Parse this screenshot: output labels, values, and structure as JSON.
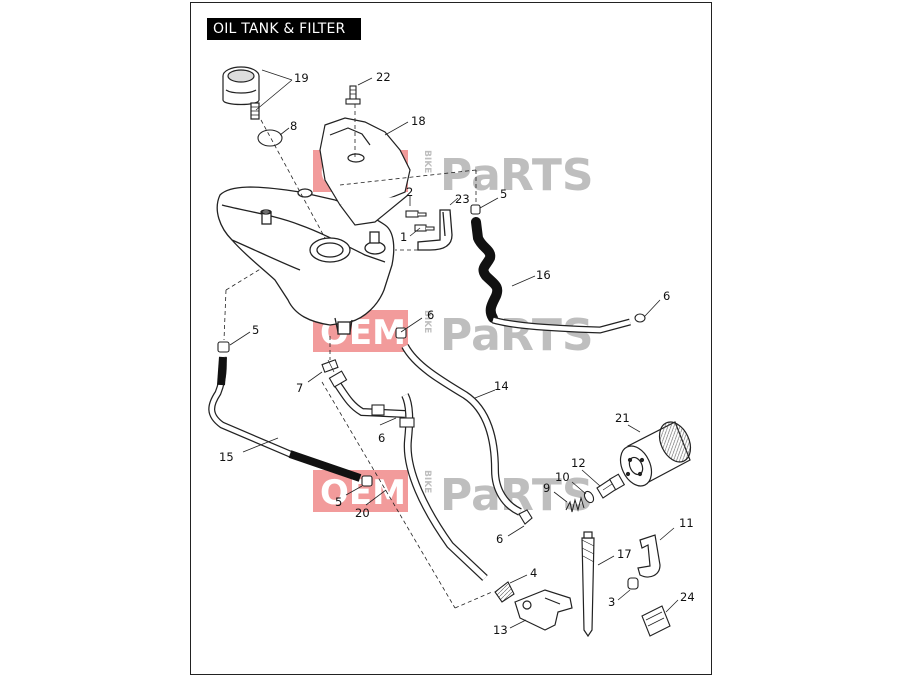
{
  "title": "OIL TANK & FILTER",
  "watermark": {
    "part1": "OEM",
    "part2": "BIKE",
    "part3": "Pa",
    "part4": "RTS"
  },
  "colors": {
    "watermark_red": "#e84a4a",
    "watermark_gray": "#8a8a8a",
    "line": "#222222"
  },
  "callouts": {
    "c19": "19",
    "c22": "22",
    "c18": "18",
    "c8": "8",
    "c2": "2",
    "c23": "23",
    "c5a": "5",
    "c1": "1",
    "c16": "16",
    "c6a": "6",
    "c5b": "5",
    "c6b": "6",
    "c7": "7",
    "c14": "14",
    "c6c": "6",
    "c21": "21",
    "c15": "15",
    "c12": "12",
    "c10": "10",
    "c9": "9",
    "c5c": "5",
    "c20": "20",
    "c6d": "6",
    "c11": "11",
    "c17": "17",
    "c4": "4",
    "c3": "3",
    "c24": "24",
    "c13": "13"
  }
}
